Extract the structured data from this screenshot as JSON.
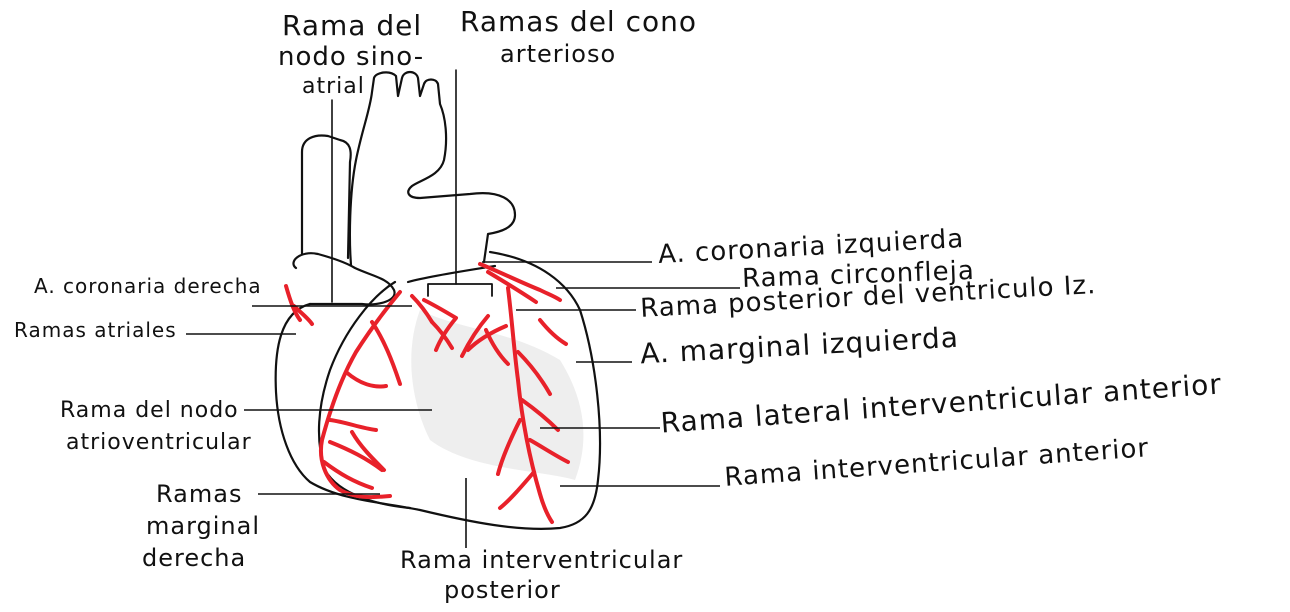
{
  "colors": {
    "outline": "#111111",
    "artery": "#e8212a",
    "paper": "#ffffff",
    "shade": "#eeeeee"
  },
  "labels": {
    "nodo_sinoatrial": [
      "Rama del",
      "nodo sino-",
      "atrial"
    ],
    "cono_arterioso": [
      "Ramas del cono",
      "arterioso"
    ],
    "coronaria_izquierda": "A. coronaria izquierda",
    "circunfleja": "Rama circonfleja",
    "posterior_ventriculo": "Rama posterior del ventriculo Iz.",
    "marginal_izquierda": "A. marginal izquierda",
    "lateral_interventricular": "Rama lateral interventricular anterior",
    "interventricular_anterior": "Rama interventricular anterior",
    "interventricular_posterior": [
      "Rama interventricular",
      "posterior"
    ],
    "coronaria_derecha": "A. coronaria derecha",
    "ramas_atriales": "Ramas atriales",
    "nodo_atrioventricular": [
      "Rama del nodo",
      "atrioventricular"
    ],
    "marginal_derecha": [
      "Ramas",
      "marginal",
      "derecha"
    ]
  }
}
